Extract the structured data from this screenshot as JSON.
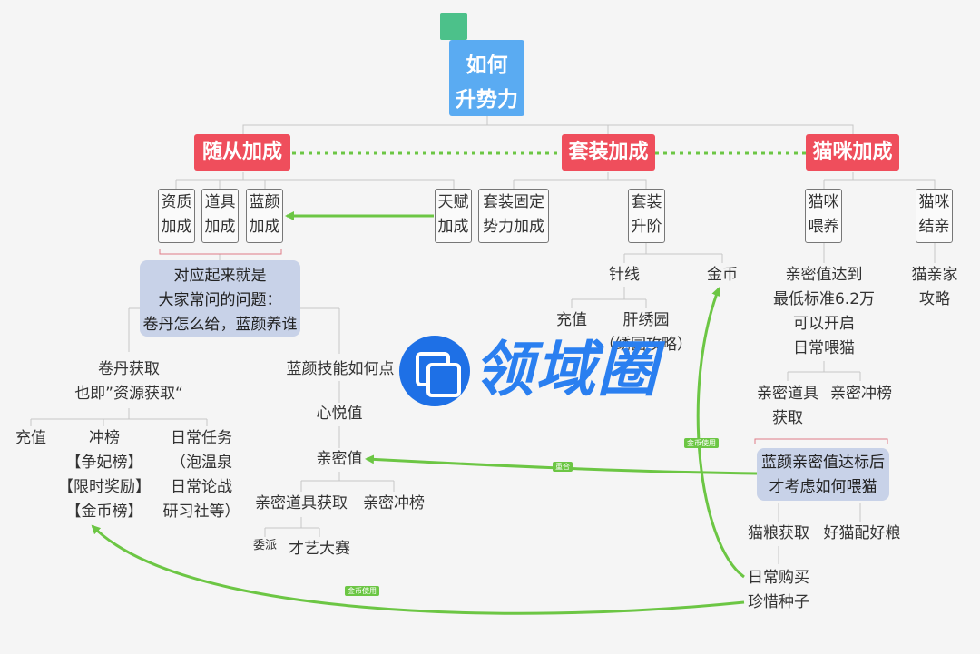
{
  "root": {
    "line1": "如何",
    "line2": "升势力"
  },
  "main_categories": {
    "attendant": "随从加成",
    "outfit": "套装加成",
    "cat": "猫咪加成"
  },
  "attendant_branch": {
    "boxes": [
      {
        "line1": "资质",
        "line2": "加成"
      },
      {
        "line1": "道具",
        "line2": "加成"
      },
      {
        "line1": "蓝颜",
        "line2": "加成"
      }
    ],
    "callout": {
      "line1": "对应起来就是",
      "line2": "大家常问的问题：",
      "line3": "卷丹怎么给，蓝颜养谁"
    },
    "juandan": {
      "line1": "卷丹获取",
      "line2": "也即”资源获取“"
    },
    "recharge": "充值",
    "rank": {
      "line1": "冲榜",
      "line2": "【争妃榜】",
      "line3": "【限时奖励】",
      "line4": "【金币榜】"
    },
    "daily": {
      "line1": "日常任务",
      "line2": "（泡温泉",
      "line3": "日常论战",
      "line4": "研习社等）"
    },
    "skill": "蓝颜技能如何点",
    "xinyue": "心悦值",
    "intimacy": "亲密值",
    "intimacy_items": "亲密道具获取",
    "intimacy_rank": "亲密冲榜",
    "dispatch": "委派",
    "talent": "才艺大赛"
  },
  "outfit_branch": {
    "talent": {
      "line1": "天赋",
      "line2": "加成"
    },
    "fixed": {
      "line1": "套装固定",
      "line2": "势力加成"
    },
    "upgrade": {
      "line1": "套装",
      "line2": "升阶"
    },
    "needle": "针线",
    "coin": "金币",
    "recharge": "充值",
    "garden": {
      "line1": "肝绣园",
      "line2": "（绣园攻略）"
    }
  },
  "cat_branch": {
    "feed": {
      "line1": "猫咪",
      "line2": "喂养"
    },
    "marry": {
      "line1": "猫咪",
      "line2": "结亲"
    },
    "threshold": {
      "line1": "亲密值达到",
      "line2": "最低标准6.2万",
      "line3": "可以开启",
      "line4": "日常喂猫"
    },
    "guide": {
      "line1": "猫亲家",
      "line2": "攻略"
    },
    "items": {
      "line1": "亲密道具",
      "line2": "获取"
    },
    "rank": "亲密冲榜",
    "callout": {
      "line1": "蓝颜亲密值达标后",
      "line2": "才考虑如何喂猫"
    },
    "food": "猫粮获取",
    "good_food": "好猫配好粮",
    "buy": {
      "line1": "日常购买",
      "line2": "珍惜种子"
    }
  },
  "connector_tags": {
    "coin_use_1": "金币使用",
    "coin_use_2": "金币使用",
    "overlap": "重合"
  },
  "watermark": "领域圈",
  "colors": {
    "root": "#5aabf2",
    "category": "#ef4e5c",
    "callout": "#c8d2e8",
    "arrow": "#6cc644",
    "corner_marker": "#4cc18a",
    "logo": "#1e70e6"
  }
}
